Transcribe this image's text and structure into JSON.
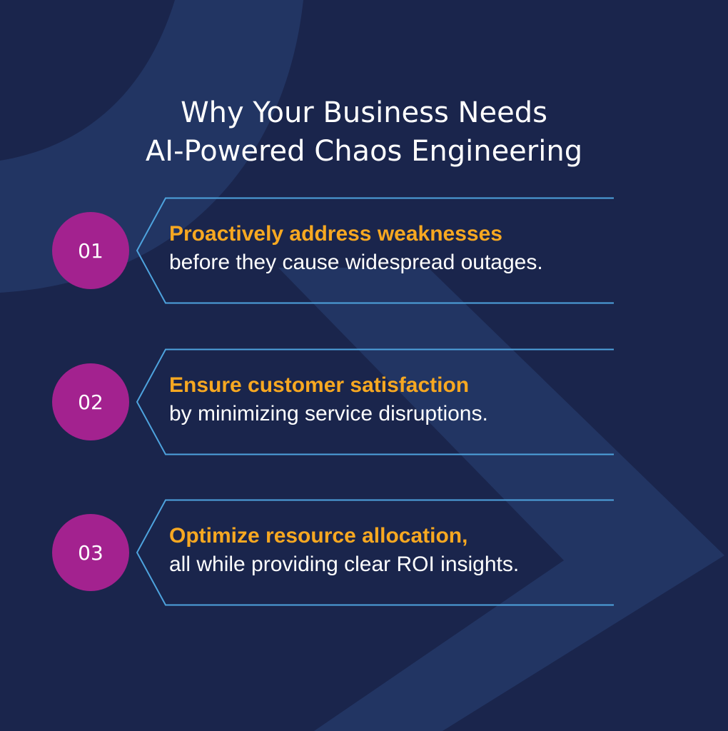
{
  "title": {
    "line1": "Why Your Business Needs",
    "line2": "AI-Powered Chaos Engineering"
  },
  "colors": {
    "background": "#1a254c",
    "shape": "#223563",
    "badge": "#a3228f",
    "heading": "#f7a821",
    "outline": "#4ea3de"
  },
  "items": [
    {
      "number": "01",
      "heading": "Proactively address weaknesses",
      "text": "before they cause widespread outages."
    },
    {
      "number": "02",
      "heading": "Ensure customer satisfaction",
      "text": "by minimizing service disruptions."
    },
    {
      "number": "03",
      "heading": "Optimize resource allocation,",
      "text": "all while providing clear ROI insights."
    }
  ]
}
